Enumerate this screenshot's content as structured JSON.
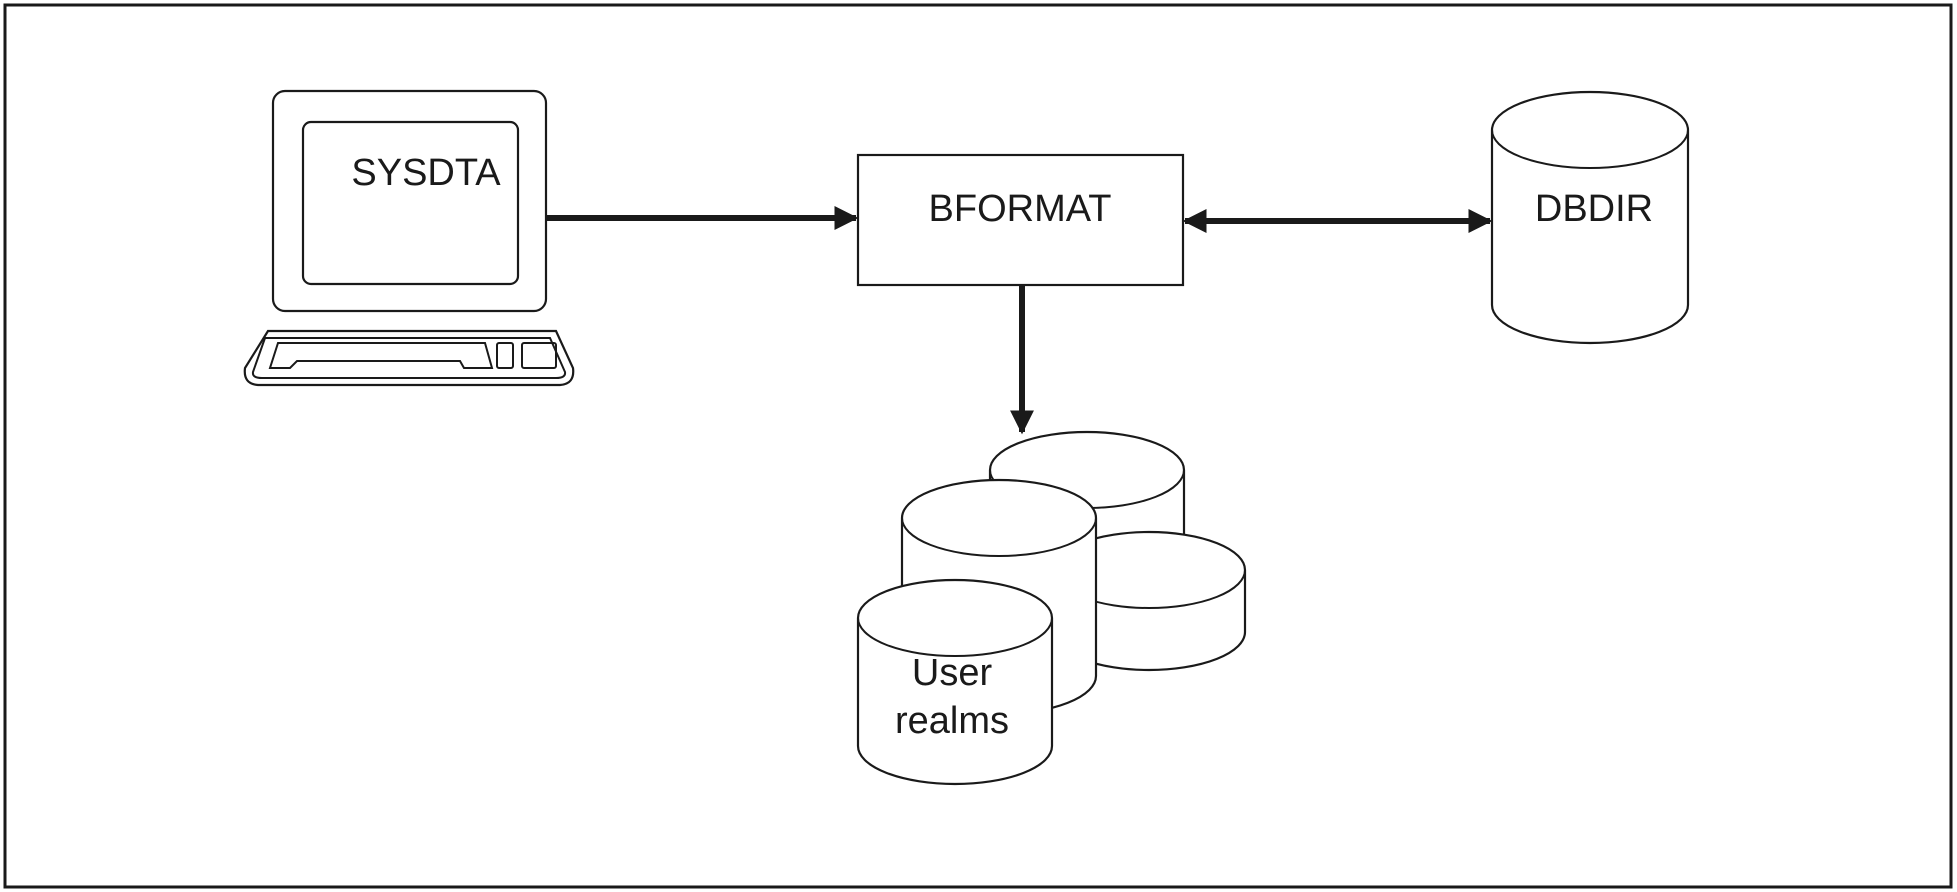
{
  "diagram": {
    "nodes": {
      "terminal": {
        "label": "SYSDTA"
      },
      "program": {
        "label": "BFORMAT"
      },
      "directory": {
        "label": "DBDIR"
      },
      "realms": {
        "label_line1": "User",
        "label_line2": "realms"
      }
    },
    "edges": [
      {
        "from": "terminal",
        "to": "program",
        "direction": "forward"
      },
      {
        "from": "program",
        "to": "directory",
        "direction": "both"
      },
      {
        "from": "program",
        "to": "realms",
        "direction": "forward"
      }
    ],
    "colors": {
      "ink": "#1a1a1a",
      "background": "#ffffff"
    }
  }
}
